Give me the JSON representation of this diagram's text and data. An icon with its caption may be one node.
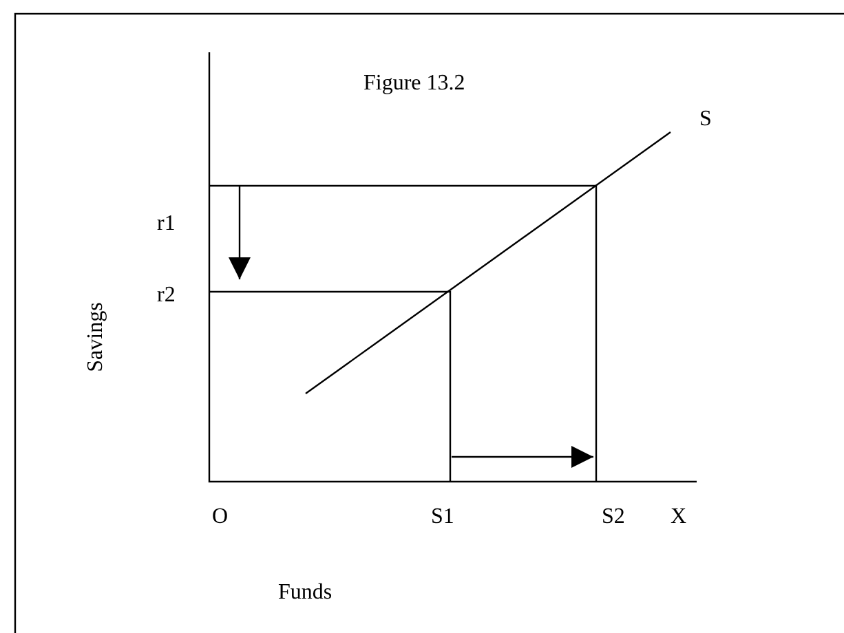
{
  "diagram": {
    "title": "Figure 13.2",
    "labels": [
      "S",
      "r1",
      "r2",
      "Savings",
      "O",
      "S1",
      "S2",
      "X",
      "Funds"
    ]
  }
}
